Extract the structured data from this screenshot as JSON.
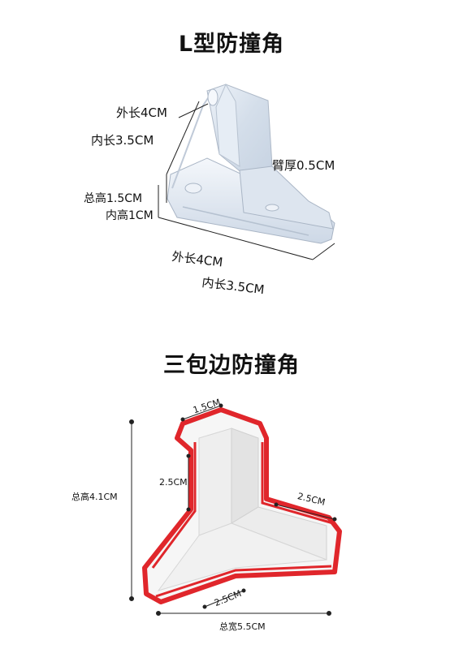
{
  "section1": {
    "title": "L型防撞角",
    "outer_length_top": "外长4CM",
    "inner_length_top": "内长3.5CM",
    "arm_thickness": "臂厚0.5CM",
    "total_height": "总高1.5CM",
    "inner_height": "内高1CM",
    "outer_length_bottom": "外长4CM",
    "inner_length_bottom": "内长3.5CM"
  },
  "section2": {
    "title": "三包边防撞角",
    "top_width": "1.5CM",
    "left_arm": "2.5CM",
    "right_arm": "2.5CM",
    "bottom_arm": "2.5CM",
    "total_height": "总高4.1CM",
    "total_width": "总宽5.5CM"
  },
  "colors": {
    "edge_red": "#e0262b",
    "clear_body": "#dfe6f0"
  }
}
